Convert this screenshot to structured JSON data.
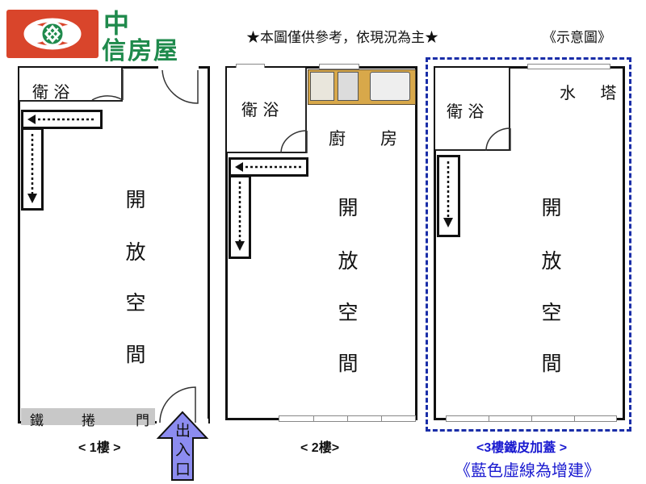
{
  "header": {
    "brand_top": "中",
    "brand_bottom": "信房屋",
    "note": "★本圖僅供參考，依現況為主★",
    "tag": "《示意圖》"
  },
  "floor1": {
    "bathroom": "衛 浴",
    "open_space": [
      "開",
      "放",
      "空",
      "間"
    ],
    "shutter_chars": [
      "鐵",
      "捲",
      "門"
    ],
    "entrance_chars": [
      "出",
      "入",
      "口"
    ],
    "label": "< 1樓 >"
  },
  "floor2": {
    "bathroom": "衛 浴",
    "kitchen_chars": [
      "廚",
      "房"
    ],
    "open_space": [
      "開",
      "放",
      "空",
      "間"
    ],
    "label": "< 2樓>"
  },
  "floor3": {
    "bathroom": "衛 浴",
    "water_tower": "水 塔",
    "open_space": [
      "開",
      "放",
      "空",
      "間"
    ],
    "label": "<3樓鐵皮加蓋 >",
    "note": "《藍色虛線為增建》",
    "label_color": "#1a1ad0",
    "dash_color": "#1a2ea8"
  },
  "colors": {
    "logo_red": "#d9452b",
    "brand_green": "#1f8a4c",
    "arrow_blue": "#8c8cf0"
  }
}
